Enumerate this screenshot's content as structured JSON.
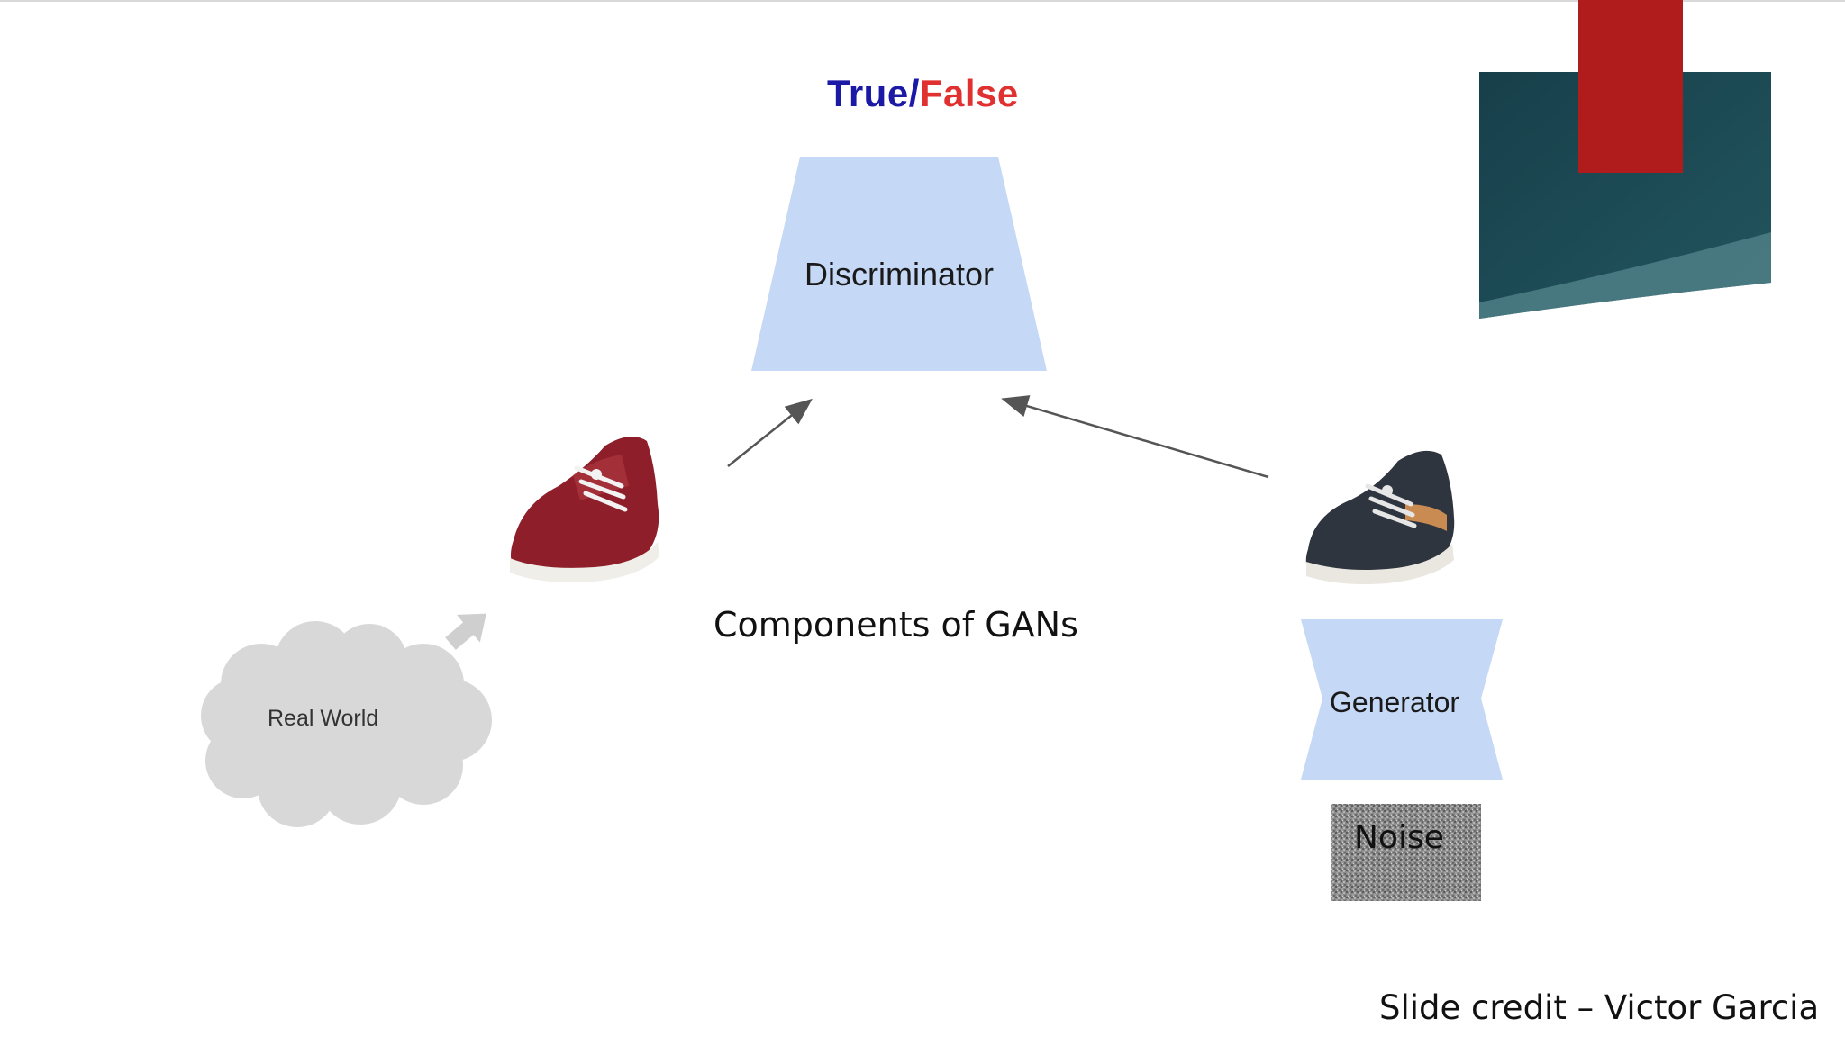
{
  "diagram": {
    "output": {
      "true_text": "True",
      "slash": "/",
      "false_text": "False",
      "true_color": "#1a1aa6",
      "false_color": "#e03030"
    },
    "discriminator": {
      "label": "Discriminator",
      "fill": "#c5d8f5"
    },
    "generator": {
      "label": "Generator",
      "fill": "#c5d8f5"
    },
    "noise": {
      "label": "Noise"
    },
    "real_world": {
      "label": "Real World"
    },
    "real_sample": {
      "icon": "red-sneaker-icon"
    },
    "fake_sample": {
      "icon": "dark-sneaker-icon"
    }
  },
  "slide": {
    "caption": "Components of GANs",
    "credit": "Slide credit – Victor Garcia",
    "accent_red": "#b01c1c",
    "accent_teal": "#1a4a55"
  }
}
